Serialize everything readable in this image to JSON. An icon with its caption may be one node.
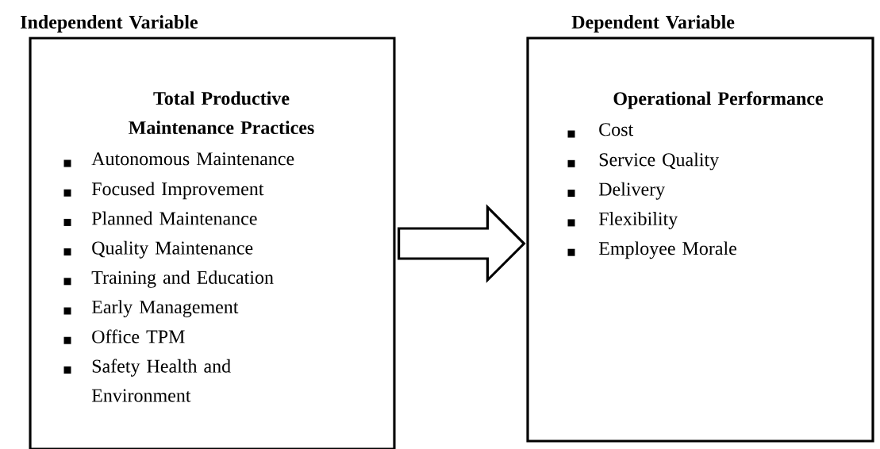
{
  "diagram": {
    "nodes": [
      {
        "text": [
          "Independent Variable",
          "Total Productive Maintenance Practices",
          "Autonomous Maintenance",
          "Focused Improvement",
          "Planned Maintenance",
          "Quality Maintenance",
          "Training and Education",
          "Early Management",
          "Office TPM",
          "Safety Health and Environment"
        ]
      },
      {
        "text": [
          "Dependent Variable",
          "Operational Performance",
          "Cost",
          "Service Quality",
          "Delivery",
          "Flexibility",
          "Employee Morale"
        ]
      }
    ],
    "edges": [
      {
        "from": 0,
        "to": 1,
        "arrow": "to"
      }
    ]
  }
}
